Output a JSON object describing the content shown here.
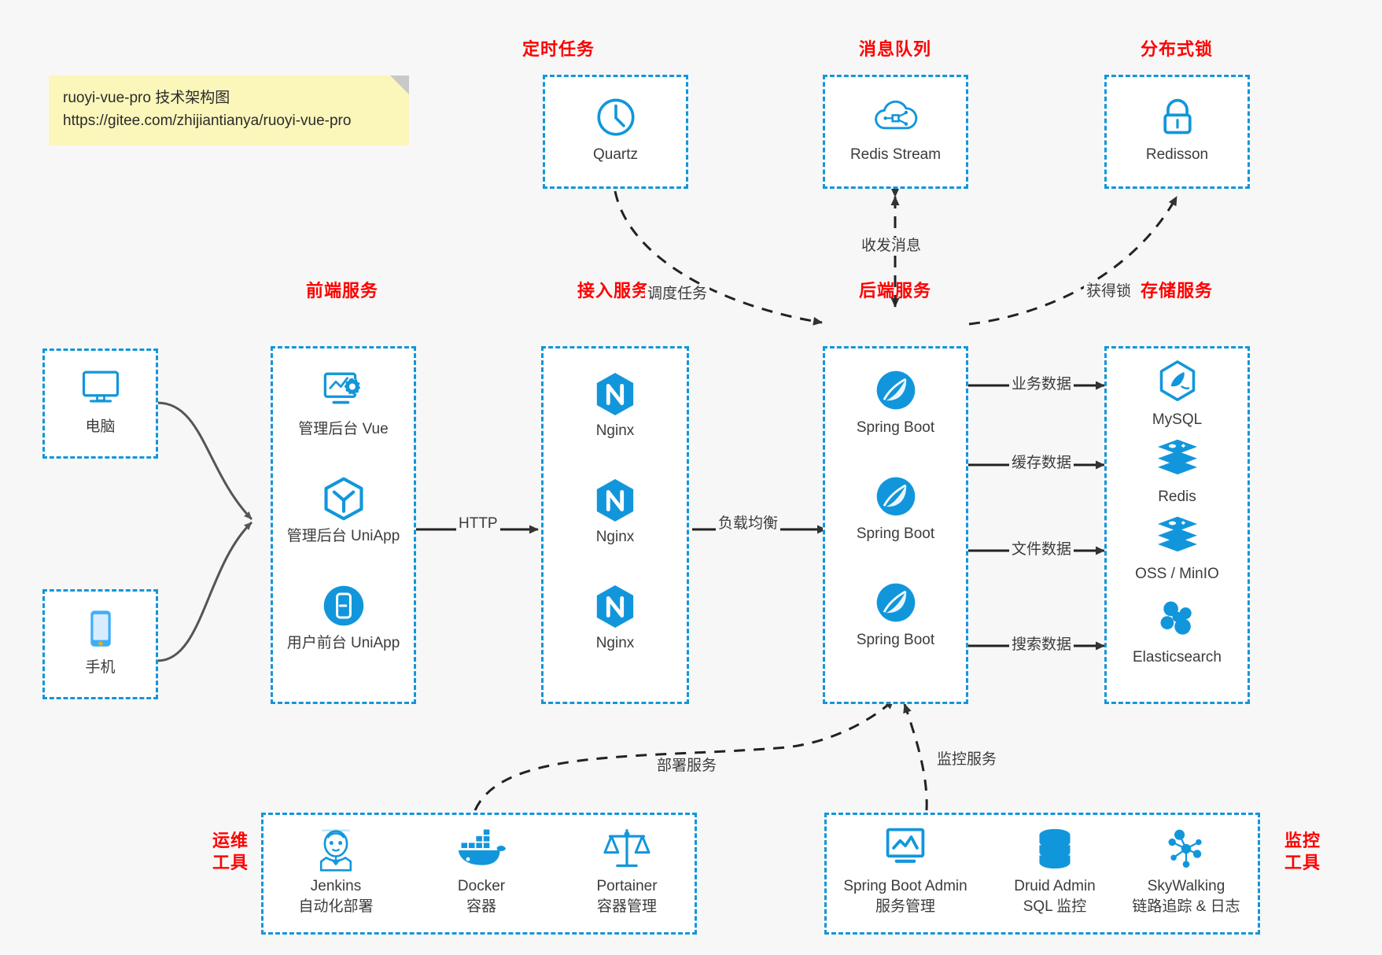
{
  "note": {
    "line1": "ruoyi-vue-pro 技术架构图",
    "line2": "https://gitee.com/zhijiantianya/ruoyi-vue-pro"
  },
  "groups": {
    "scheduler": {
      "title": "定时任务",
      "nodes": [
        {
          "label": "Quartz",
          "icon": "clock-icon"
        }
      ]
    },
    "mq": {
      "title": "消息队列",
      "nodes": [
        {
          "label": "Redis Stream",
          "icon": "cloud-network-icon"
        }
      ]
    },
    "lock": {
      "title": "分布式锁",
      "nodes": [
        {
          "label": "Redisson",
          "icon": "lock-icon"
        }
      ]
    },
    "client_pc": {
      "title": "",
      "nodes": [
        {
          "label": "电脑",
          "icon": "desktop-icon"
        }
      ]
    },
    "client_phone": {
      "title": "",
      "nodes": [
        {
          "label": "手机",
          "icon": "mobile-icon"
        }
      ]
    },
    "frontend": {
      "title": "前端服务",
      "nodes": [
        {
          "label": "管理后台 Vue",
          "icon": "dashboard-gear-icon"
        },
        {
          "label": "管理后台 UniApp",
          "icon": "uniapp-cube-icon"
        },
        {
          "label": "用户前台 UniApp",
          "icon": "mobile-app-icon"
        }
      ]
    },
    "gateway": {
      "title": "接入服务",
      "nodes": [
        {
          "label": "Nginx",
          "icon": "nginx-icon"
        },
        {
          "label": "Nginx",
          "icon": "nginx-icon"
        },
        {
          "label": "Nginx",
          "icon": "nginx-icon"
        }
      ]
    },
    "backend": {
      "title": "后端服务",
      "nodes": [
        {
          "label": "Spring Boot",
          "icon": "spring-boot-icon"
        },
        {
          "label": "Spring Boot",
          "icon": "spring-boot-icon"
        },
        {
          "label": "Spring Boot",
          "icon": "spring-boot-icon"
        }
      ]
    },
    "storage": {
      "title": "存储服务",
      "nodes": [
        {
          "label": "MySQL",
          "icon": "mysql-icon"
        },
        {
          "label": "Redis",
          "icon": "redis-icon"
        },
        {
          "label": "OSS / MinIO",
          "icon": "oss-icon"
        },
        {
          "label": "Elasticsearch",
          "icon": "elasticsearch-icon"
        }
      ]
    },
    "devops": {
      "title": "运维\n工具",
      "title_lines": [
        "运维",
        "工具"
      ],
      "nodes": [
        {
          "label": "Jenkins",
          "sub": "自动化部署",
          "icon": "jenkins-icon"
        },
        {
          "label": "Docker",
          "sub": "容器",
          "icon": "docker-icon"
        },
        {
          "label": "Portainer",
          "sub": "容器管理",
          "icon": "portainer-scale-icon"
        }
      ]
    },
    "monitor": {
      "title": "监控\n工具",
      "title_lines": [
        "监控",
        "工具"
      ],
      "nodes": [
        {
          "label": "Spring Boot Admin",
          "sub": "服务管理",
          "icon": "monitor-chart-icon"
        },
        {
          "label": "Druid Admin",
          "sub": "SQL 监控",
          "icon": "database-icon"
        },
        {
          "label": "SkyWalking",
          "sub": "链路追踪 & 日志",
          "icon": "skywalking-icon"
        }
      ]
    }
  },
  "edges": {
    "schedule_task": "调度任务",
    "send_receive_message": "收发消息",
    "acquire_lock": "获得锁",
    "http": "HTTP",
    "load_balance": "负载均衡",
    "business_data": "业务数据",
    "cache_data": "缓存数据",
    "file_data": "文件数据",
    "search_data": "搜索数据",
    "deploy_service": "部署服务",
    "monitor_service": "监控服务"
  },
  "colors": {
    "accent": "#1296db",
    "title": "#ff0000",
    "text": "#3c3c3c",
    "background": "#f7f7f7",
    "note": "#fbf6ba"
  }
}
